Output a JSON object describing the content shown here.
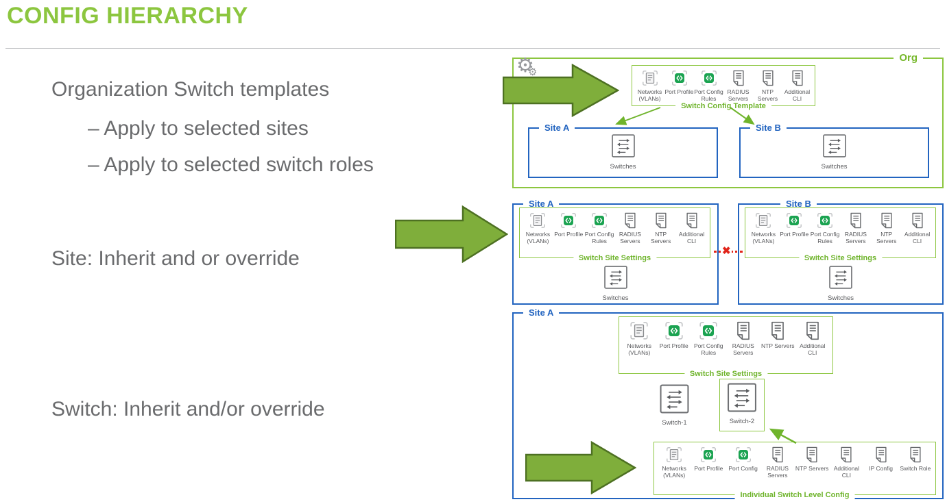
{
  "title": "CONFIG HIERARCHY",
  "colors": {
    "accent_green": "#8cc63f",
    "label_green": "#6fb42c",
    "site_blue": "#2264c0",
    "icon_green": "#1ba351",
    "blocked_red": "#e1251b",
    "text_gray": "#6a6b6d"
  },
  "left_panel": {
    "heading": "Organization Switch templates",
    "bullets": [
      {
        "label": "– Apply to selected sites"
      },
      {
        "label": "– Apply to selected switch roles"
      }
    ],
    "site_note": "Site: Inherit and or override",
    "switch_note": "Switch: Inherit and/or override"
  },
  "org_section": {
    "label": "Org",
    "gear_glyph": "⚙",
    "template_group": {
      "label": "Switch Config Template",
      "items": [
        {
          "label": "Networks (VLANs)",
          "icon": "networks"
        },
        {
          "label": "Port Profile",
          "icon": "port"
        },
        {
          "label": "Port Config Rules",
          "icon": "port"
        },
        {
          "label": "RADIUS Servers",
          "icon": "doc"
        },
        {
          "label": "NTP Servers",
          "icon": "doc"
        },
        {
          "label": "Additional CLI",
          "icon": "doc"
        }
      ]
    },
    "site_a": {
      "label": "Site A",
      "device": "Switches"
    },
    "site_b": {
      "label": "Site B",
      "device": "Switches"
    }
  },
  "site_section": {
    "blocked_symbol": "✖",
    "site_a": {
      "label": "Site A",
      "group_label": "Switch Site Settings",
      "device": "Switches",
      "items": [
        {
          "label": "Networks (VLANs)",
          "icon": "networks"
        },
        {
          "label": "Port Profile",
          "icon": "port"
        },
        {
          "label": "Port Config Rules",
          "icon": "port"
        },
        {
          "label": "RADIUS Servers",
          "icon": "doc"
        },
        {
          "label": "NTP Servers",
          "icon": "doc"
        },
        {
          "label": "Additional CLI",
          "icon": "doc"
        }
      ]
    },
    "site_b": {
      "label": "Site B",
      "group_label": "Switch Site Settings",
      "device": "Switches",
      "items": [
        {
          "label": "Networks (VLANs)",
          "icon": "networks"
        },
        {
          "label": "Port Profile",
          "icon": "port"
        },
        {
          "label": "Port Config Rules",
          "icon": "port"
        },
        {
          "label": "RADIUS Servers",
          "icon": "doc"
        },
        {
          "label": "NTP Servers",
          "icon": "doc"
        },
        {
          "label": "Additional CLI",
          "icon": "doc"
        }
      ]
    }
  },
  "switch_section": {
    "site_label": "Site A",
    "settings_group": {
      "label": "Switch Site Settings",
      "items": [
        {
          "label": "Networks (VLANs)",
          "icon": "networks"
        },
        {
          "label": "Port Profile",
          "icon": "port"
        },
        {
          "label": "Port Config Rules",
          "icon": "port"
        },
        {
          "label": "RADIUS Servers",
          "icon": "doc"
        },
        {
          "label": "NTP Servers",
          "icon": "doc"
        },
        {
          "label": "Additional CLI",
          "icon": "doc"
        }
      ]
    },
    "switch_1": "Switch-1",
    "switch_2": "Switch-2",
    "individual_group": {
      "label": "Individual Switch Level Config",
      "items": [
        {
          "label": "Networks (VLANs)",
          "icon": "networks"
        },
        {
          "label": "Port Profile",
          "icon": "port"
        },
        {
          "label": "Port Config",
          "icon": "port"
        },
        {
          "label": "RADIUS Servers",
          "icon": "doc"
        },
        {
          "label": "NTP Servers",
          "icon": "doc"
        },
        {
          "label": "Additional CLI",
          "icon": "doc"
        },
        {
          "label": "IP Config",
          "icon": "doc"
        },
        {
          "label": "Switch Role",
          "icon": "doc"
        }
      ]
    }
  }
}
